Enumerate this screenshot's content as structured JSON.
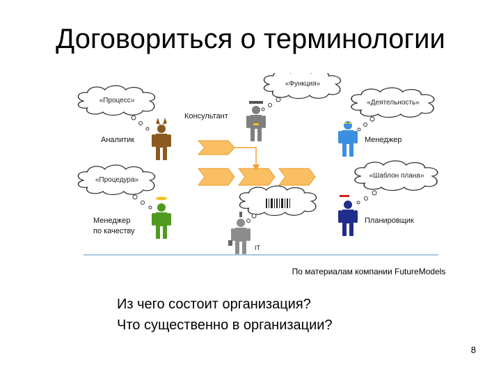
{
  "slide": {
    "title": "Договориться о терминологии",
    "caption": "По материалам компании FutureModels",
    "questions": [
      "Из чего состоит организация?",
      "Что существенно в организации?"
    ],
    "page_number": "8"
  },
  "diagram": {
    "clouds": {
      "function": "«Функция»",
      "process": "«Процесс»",
      "activity": "«Деятельность»",
      "procedure": "«Процедура»",
      "template": "«Шаблон плана»"
    },
    "roles": {
      "consultant": "Консультант",
      "analyst": "Аналитик",
      "manager": "Менеджер",
      "quality_manager_line1": "Менеджер",
      "quality_manager_line2": "по качеству",
      "planner": "Планировщик",
      "it": "IT"
    },
    "colors": {
      "analyst": "#8a5a1e",
      "consultant": "#7f7f7f",
      "manager": "#3a8fe0",
      "quality_manager": "#4f9a1c",
      "planner": "#1f2e8a",
      "it": "#8c8c8c",
      "arrow_fill": "#fbbf63",
      "connector": "#f0a030",
      "baseline": "#8fb3d9"
    }
  }
}
